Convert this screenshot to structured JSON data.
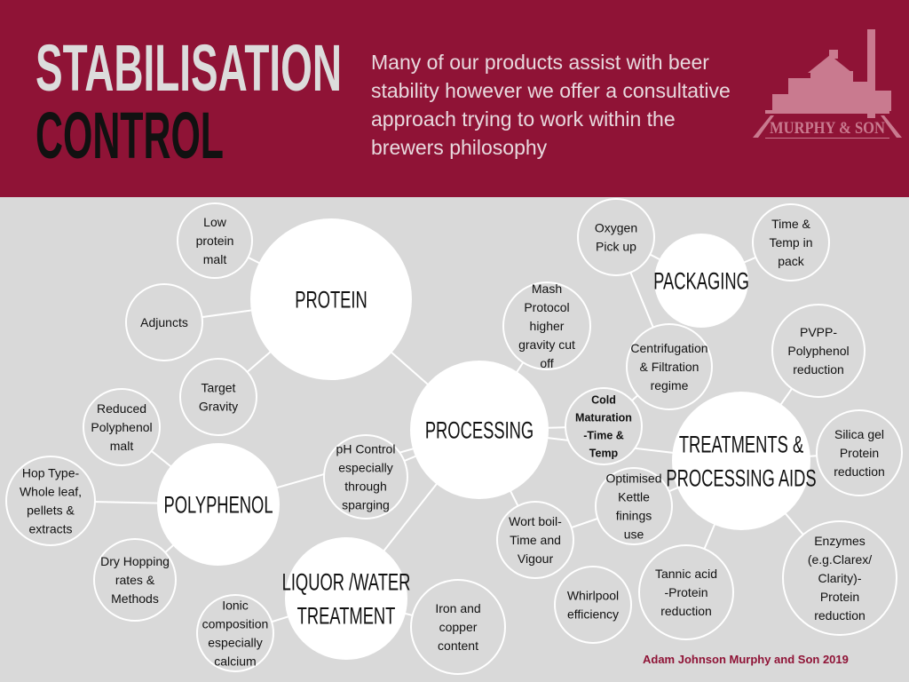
{
  "header": {
    "title_line1": "STABILISATION",
    "title_line2": "CONTROL",
    "intro": "Many of our products assist with beer stability  however we offer a consultative approach trying to work within the brewers philosophy",
    "logo_text": "MURPHY & SON"
  },
  "colors": {
    "brand": "#8f1336",
    "background": "#d9d9d9",
    "title_light": "#dcdcdc"
  },
  "nodes": {
    "protein": [
      "PROTEIN"
    ],
    "processing": [
      "PROCESSING"
    ],
    "packaging": [
      "PACKAGING"
    ],
    "treatments": [
      "TREATMENTS &",
      "PROCESSING AIDS"
    ],
    "polyphenol": [
      "POLYPHENOL"
    ],
    "liquor": [
      "LIQUOR /WATER",
      "TREATMENT"
    ],
    "low_protein": [
      "Low",
      "protein",
      "malt"
    ],
    "adjuncts": [
      "Adjuncts"
    ],
    "target_gravity": [
      "Target",
      "Gravity"
    ],
    "reduced_polyphenol": [
      "Reduced",
      "Polyphenol",
      "malt"
    ],
    "hop_type": [
      "Hop Type-",
      "Whole leaf,",
      "pellets &",
      "extracts"
    ],
    "dry_hopping": [
      "Dry Hopping",
      "rates &",
      "Methods"
    ],
    "ionic": [
      "Ionic",
      "composition",
      "especially",
      "calcium"
    ],
    "iron_copper": [
      "Iron and",
      "copper",
      "content"
    ],
    "ph_control": [
      "pH Control",
      "especially",
      "through",
      "sparging"
    ],
    "mash": [
      "Mash",
      "Protocol",
      "higher",
      "gravity cut",
      "off"
    ],
    "oxygen": [
      "Oxygen",
      "Pick up"
    ],
    "time_temp_pack": [
      "Time &",
      "Temp in",
      "pack"
    ],
    "centrifugation": [
      "Centrifugation",
      "& Filtration",
      "regime"
    ],
    "cold_maturation": [
      "Cold",
      "Maturation",
      "-Time &",
      "Temp"
    ],
    "pvpp": [
      "PVPP-",
      "Polyphenol",
      "reduction"
    ],
    "silica": [
      "Silica gel",
      "Protein",
      "reduction"
    ],
    "kettle": [
      "Optimised",
      "Kettle",
      "finings",
      "use"
    ],
    "wort_boil": [
      "Wort boil-",
      "Time and",
      "Vigour"
    ],
    "whirlpool": [
      "Whirlpool",
      "efficiency"
    ],
    "tannic": [
      "Tannic acid",
      "-Protein",
      "reduction"
    ],
    "enzymes": [
      "Enzymes",
      "(e.g.Clarex/",
      "Clarity)-",
      "Protein",
      "reduction"
    ]
  },
  "footer": {
    "credit": "Adam  Johnson Murphy and Son 2019"
  }
}
